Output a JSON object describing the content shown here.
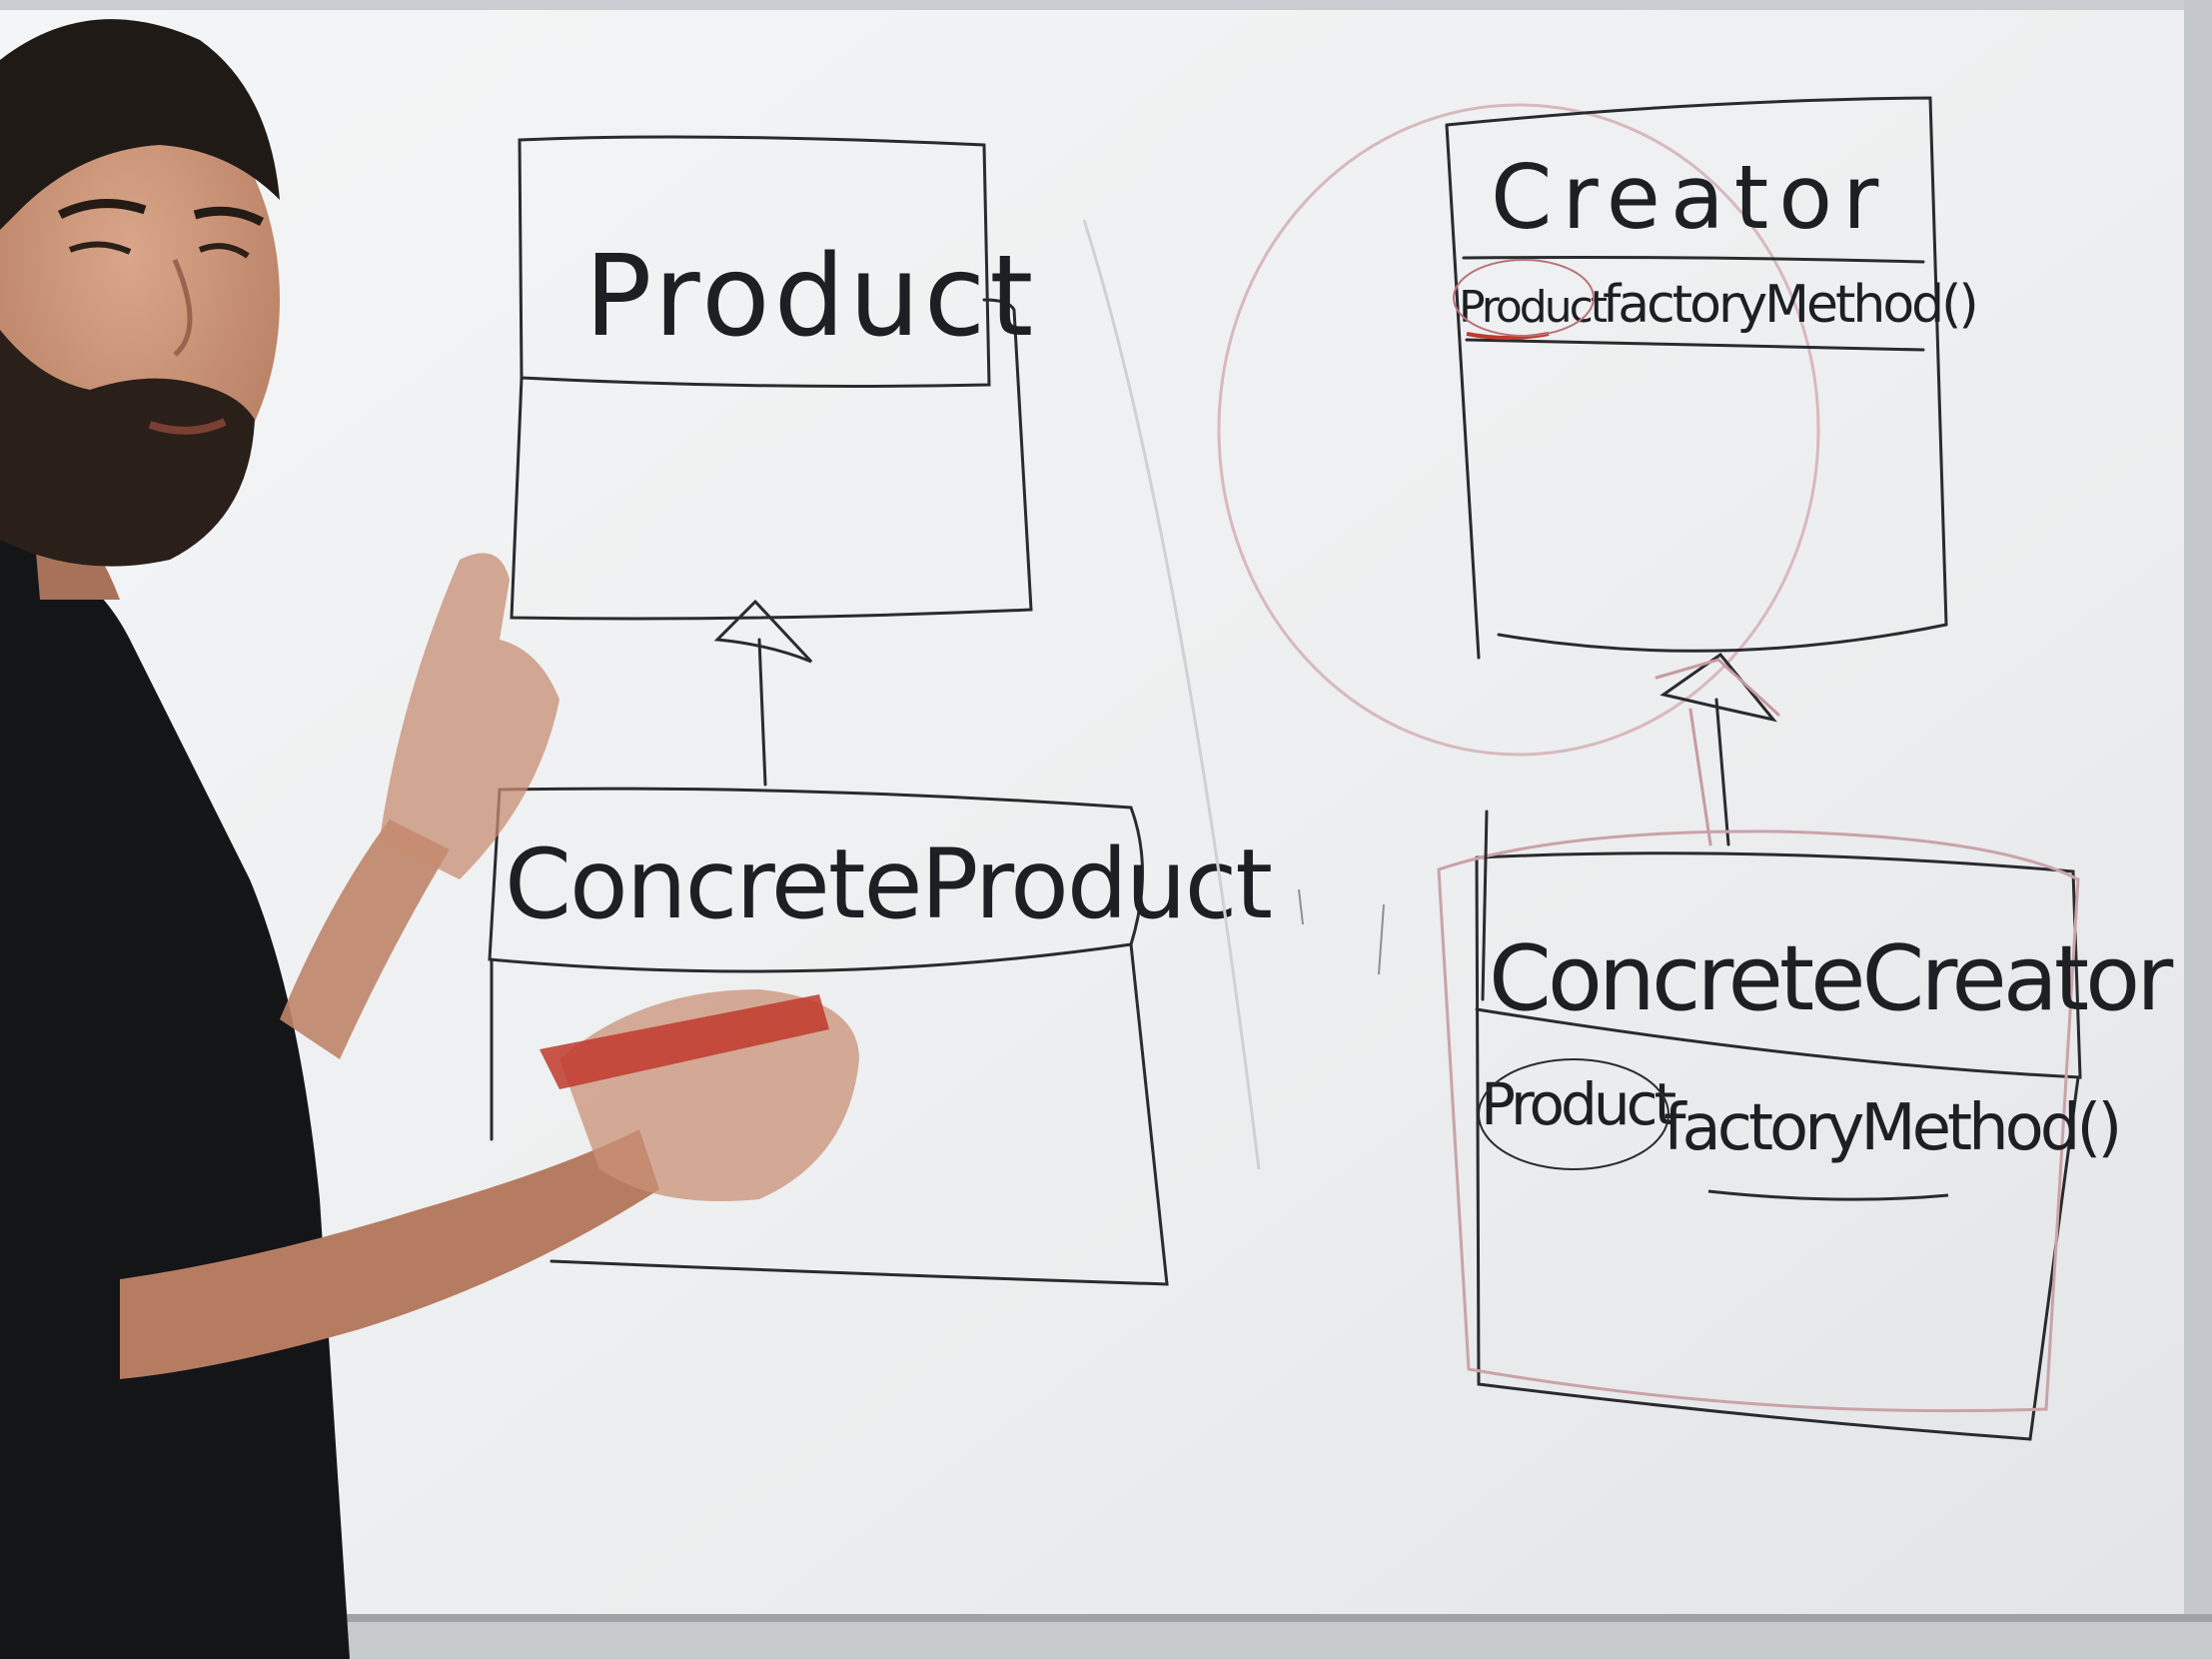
{
  "diagram": {
    "product": {
      "name": "Product"
    },
    "concrete_product": {
      "name": "ConcreteProduct"
    },
    "creator": {
      "name": "Creator",
      "method_return_type": "Product",
      "method_name": "factoryMethod()"
    },
    "concrete_creator": {
      "name": "ConcreteCreator",
      "method_return_type": "Product",
      "method_name": "factoryMethod()"
    }
  },
  "colors": {
    "ink": "#1e1f22",
    "accent_marker": "#c0392b",
    "board": "#eef0f1"
  }
}
